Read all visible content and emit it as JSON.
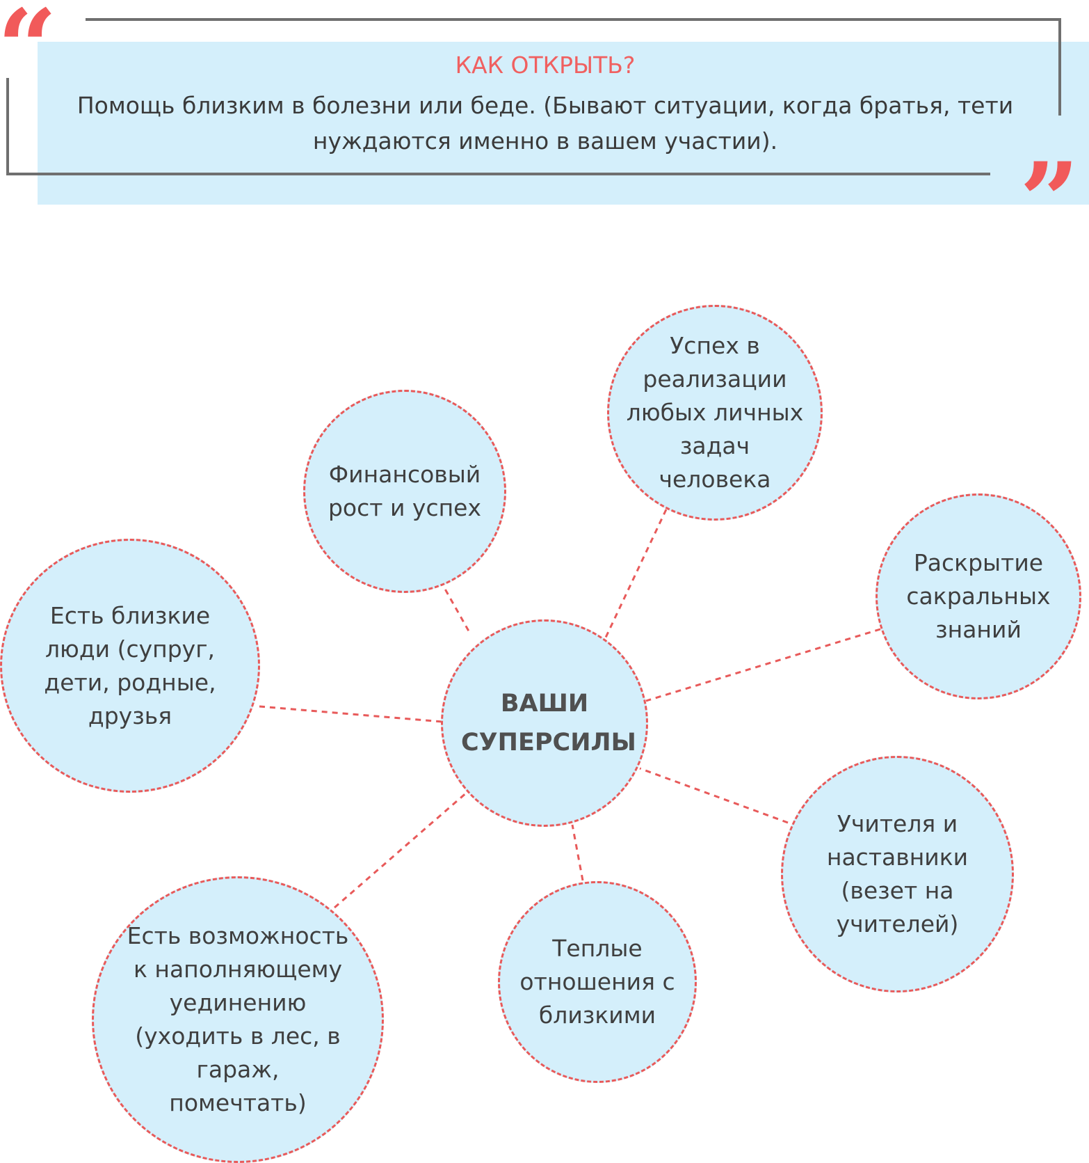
{
  "quote": {
    "title": "КАК ОТКРЫТЬ?",
    "text": "Помощь близким в болезни или беде. (Бывают ситуации, когда братья, тети нуждаются именно в вашем участии).",
    "open_mark": "“",
    "close_mark": "”"
  },
  "diagram": {
    "center": "ВАШИ СУПЕРСИЛЫ",
    "nodes": {
      "finance": "Финансовый рост и успех",
      "tasks": "Успех в реализации любых личных задач человека",
      "sacred": "Раскрытие сакральных знаний",
      "teachers": "Учителя и наставники (везет на учителей)",
      "warm": "Теплые отношения с близкими",
      "solitude": "Есть возможность к наполняющему уединению (уходить в лес, в гараж, помечтать)",
      "close": "Есть близкие люди (супруг, дети, родные, друзья"
    }
  },
  "colors": {
    "accent": "#e85a5a",
    "bubble_fill": "#d4effb",
    "frame": "#6f6f6f"
  }
}
